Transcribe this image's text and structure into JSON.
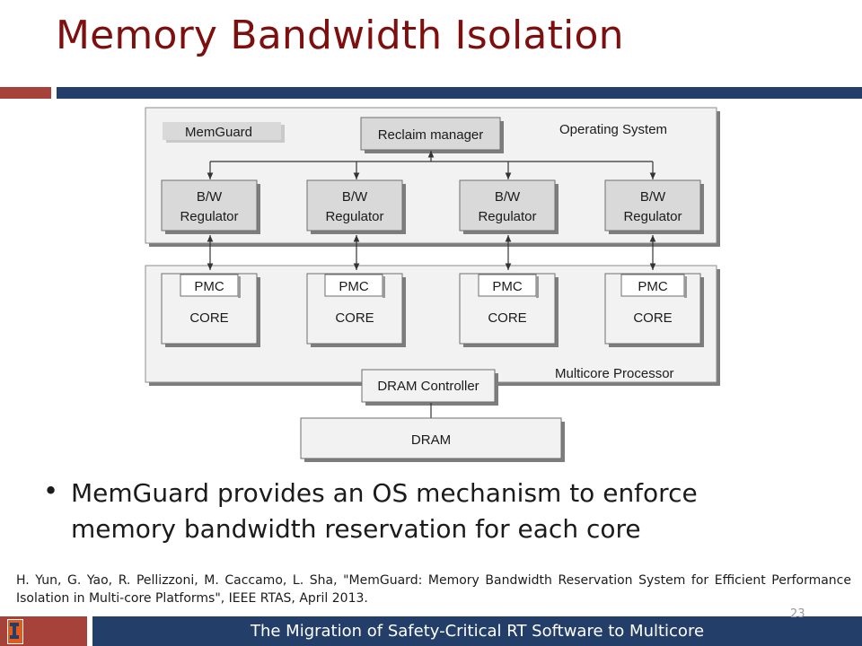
{
  "title": "Memory Bandwidth Isolation",
  "diagram": {
    "memguard_label": "MemGuard",
    "reclaim_manager": "Reclaim manager",
    "os_label": "Operating System",
    "regulators": [
      {
        "line1": "B/W",
        "line2": "Regulator"
      },
      {
        "line1": "B/W",
        "line2": "Regulator"
      },
      {
        "line1": "B/W",
        "line2": "Regulator"
      },
      {
        "line1": "B/W",
        "line2": "Regulator"
      }
    ],
    "cores": [
      {
        "pmc": "PMC",
        "core": "CORE"
      },
      {
        "pmc": "PMC",
        "core": "CORE"
      },
      {
        "pmc": "PMC",
        "core": "CORE"
      },
      {
        "pmc": "PMC",
        "core": "CORE"
      }
    ],
    "multicore_label": "Multicore Processor",
    "dram_controller": "DRAM Controller",
    "dram": "DRAM"
  },
  "bullet": "MemGuard provides an OS mechanism to enforce memory bandwidth  reservation for each core",
  "reference": "H. Yun, G. Yao, R. Pellizzoni, M. Caccamo, L. Sha, \"MemGuard: Memory Bandwidth Reservation System for Efficient Performance Isolation in Multi-core Platforms\", IEEE RTAS, April 2013.",
  "footer": "The Migration of Safety-Critical RT Software to Multicore",
  "slide_number": "23",
  "colors": {
    "title": "#7d0f0f",
    "accent_red": "#a6423a",
    "accent_blue": "#233e68"
  }
}
